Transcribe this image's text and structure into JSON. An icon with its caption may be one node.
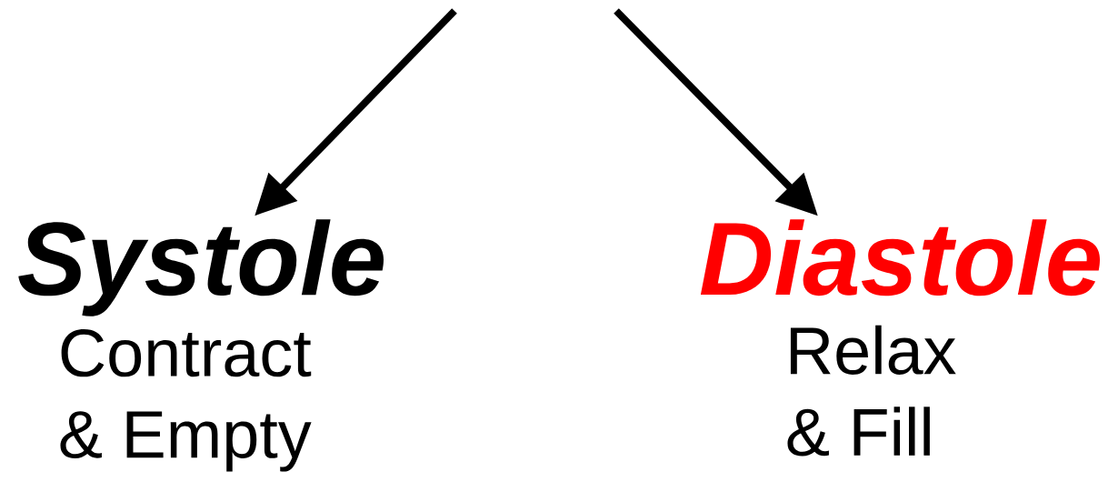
{
  "diagram": {
    "nodes": [
      {
        "text": [
          "Systole",
          "Contract & Empty"
        ]
      },
      {
        "text": [
          "Diastole",
          "Relax & Fill"
        ]
      }
    ],
    "edges": [
      {
        "from": null,
        "to": 0,
        "arrow": "to"
      },
      {
        "from": null,
        "to": 1,
        "arrow": "to"
      }
    ]
  }
}
